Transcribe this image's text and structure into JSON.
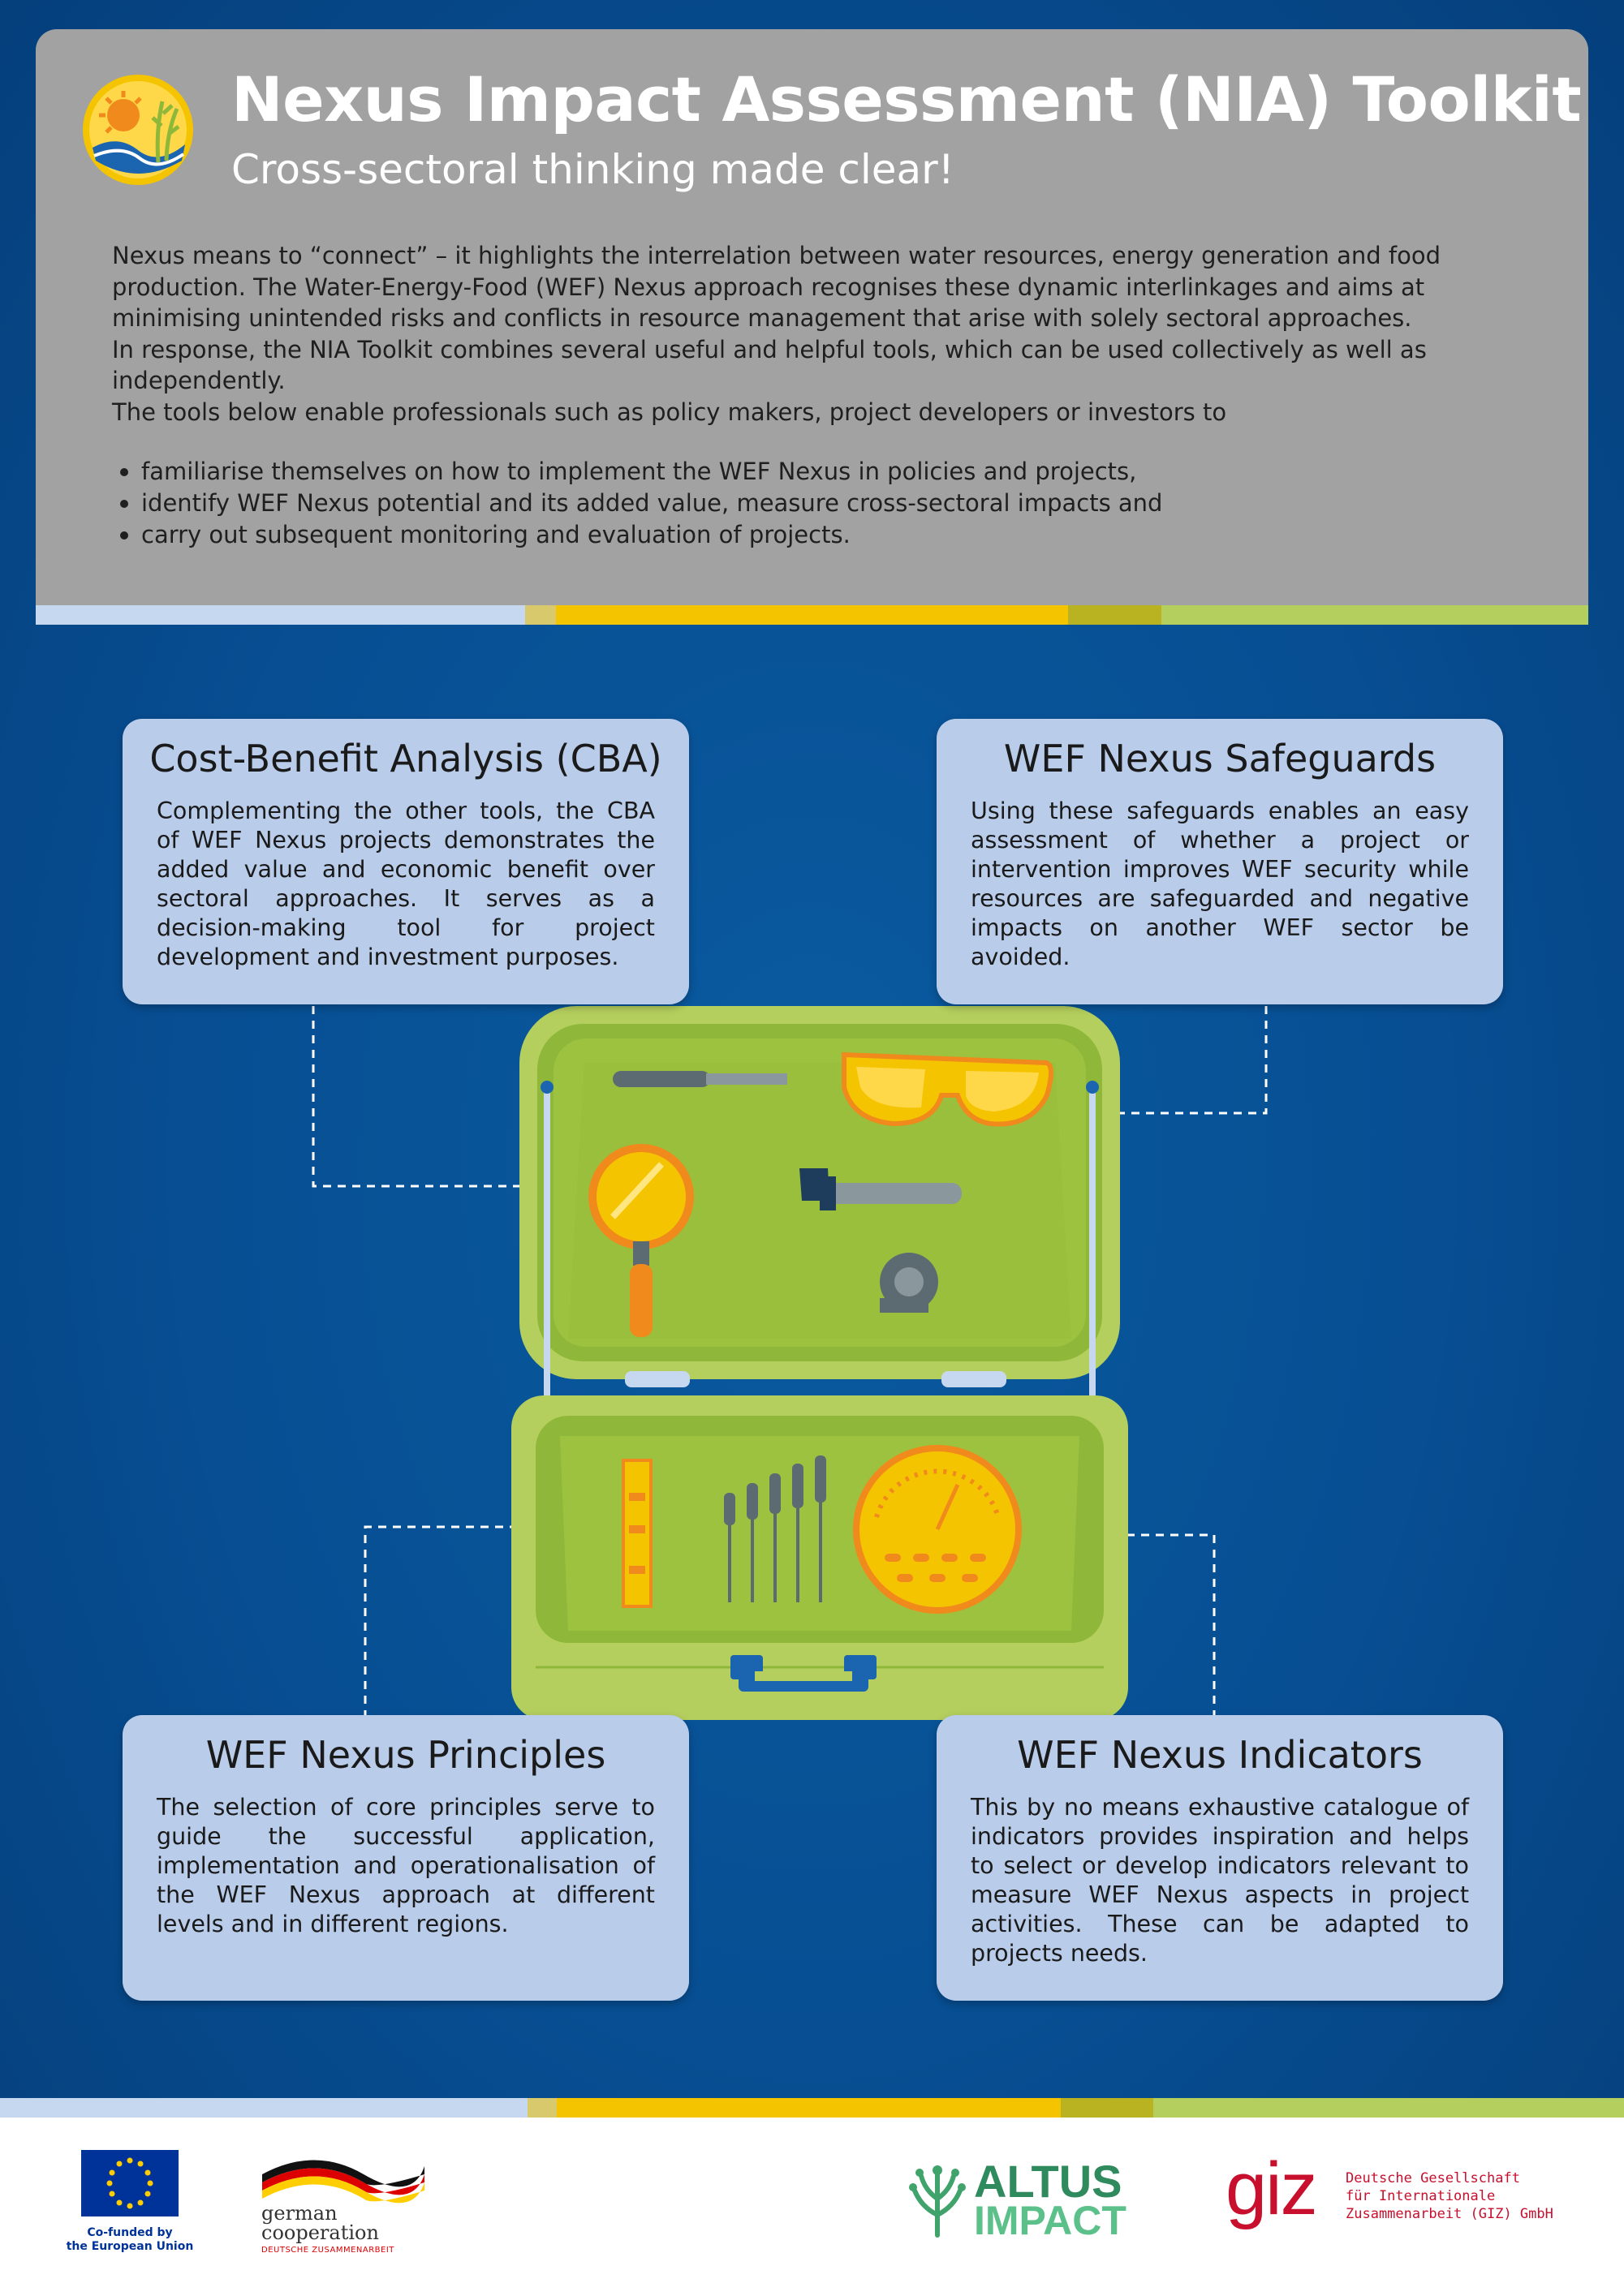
{
  "header": {
    "title": "Nexus Impact Assessment (NIA) Toolkit",
    "subtitle": "Cross-sectoral thinking made clear!",
    "intro": [
      "Nexus means to “connect” – it highlights the interrelation between water resources, energy generation and food production. The Water-Energy-Food (WEF) Nexus approach recognises these dynamic interlinkages and aims at minimising unintended risks and conflicts in resource management that arise with solely sectoral approaches.",
      "In response, the NIA Toolkit combines several useful and helpful tools, which can be used collectively as well as independently.",
      "The tools below enable professionals such as policy makers, project developers or investors to"
    ],
    "bullets": [
      "familiarise themselves on how to implement the WEF Nexus in policies and projects,",
      "identify WEF Nexus potential and its added value, measure cross-sectoral impacts and",
      "carry out subsequent monitoring and evaluation of projects."
    ]
  },
  "cards": {
    "cba": {
      "title": "Cost-Benefit Analysis (CBA)",
      "text": "Complementing the other tools, the CBA of WEF Nexus projects demonstrates the added value and economic benefit over sectoral approaches. It serves as a decision-making tool for project development and investment purposes."
    },
    "safeguards": {
      "title": "WEF Nexus Safeguards",
      "text": "Using these safeguards enables an easy assessment of whether a project or intervention improves WEF security while resources are safeguarded and negative impacts on another WEF sector be avoided."
    },
    "principles": {
      "title": "WEF Nexus Principles",
      "text": "The selection of core principles serve to guide the successful application, implementation and operationalisation of the WEF Nexus approach at different levels and in different regions."
    },
    "indicators": {
      "title": "WEF Nexus Indicators",
      "text": "This by no means exhaustive catalogue of indicators provides inspiration and helps to select or develop indicators relevant to measure WEF Nexus aspects in project activities. These can be adapted to projects needs."
    }
  },
  "footer": {
    "eu_text_1": "Co-funded by",
    "eu_text_2": "the European Union",
    "german_1": "german",
    "german_2": "cooperation",
    "german_3": "DEUTSCHE ZUSAMMENARBEIT",
    "altus_1": "ALTUS",
    "altus_2": "IMPACT",
    "giz": "giz",
    "giz_text_1": "Deutsche Gesellschaft",
    "giz_text_2": "für Internationale",
    "giz_text_3": "Zusammenarbeit (GIZ) GmbH"
  },
  "colors": {
    "background_blue": "#074e92",
    "header_grey": "#a2a2a2",
    "card_blue": "#b9cdeb",
    "suitcase_green": "#b5cf5e",
    "stripe": [
      "#c5d8f0",
      "#d7c96c",
      "#f5c400",
      "#b9b321",
      "#b5cf5e"
    ],
    "giz_red": "#c8102e",
    "altus_green": "#3fa36b"
  },
  "icons": [
    "nexus-logo-icon",
    "suitcase-icon",
    "eu-flag-icon",
    "german-flag-icon",
    "altus-tree-icon"
  ]
}
